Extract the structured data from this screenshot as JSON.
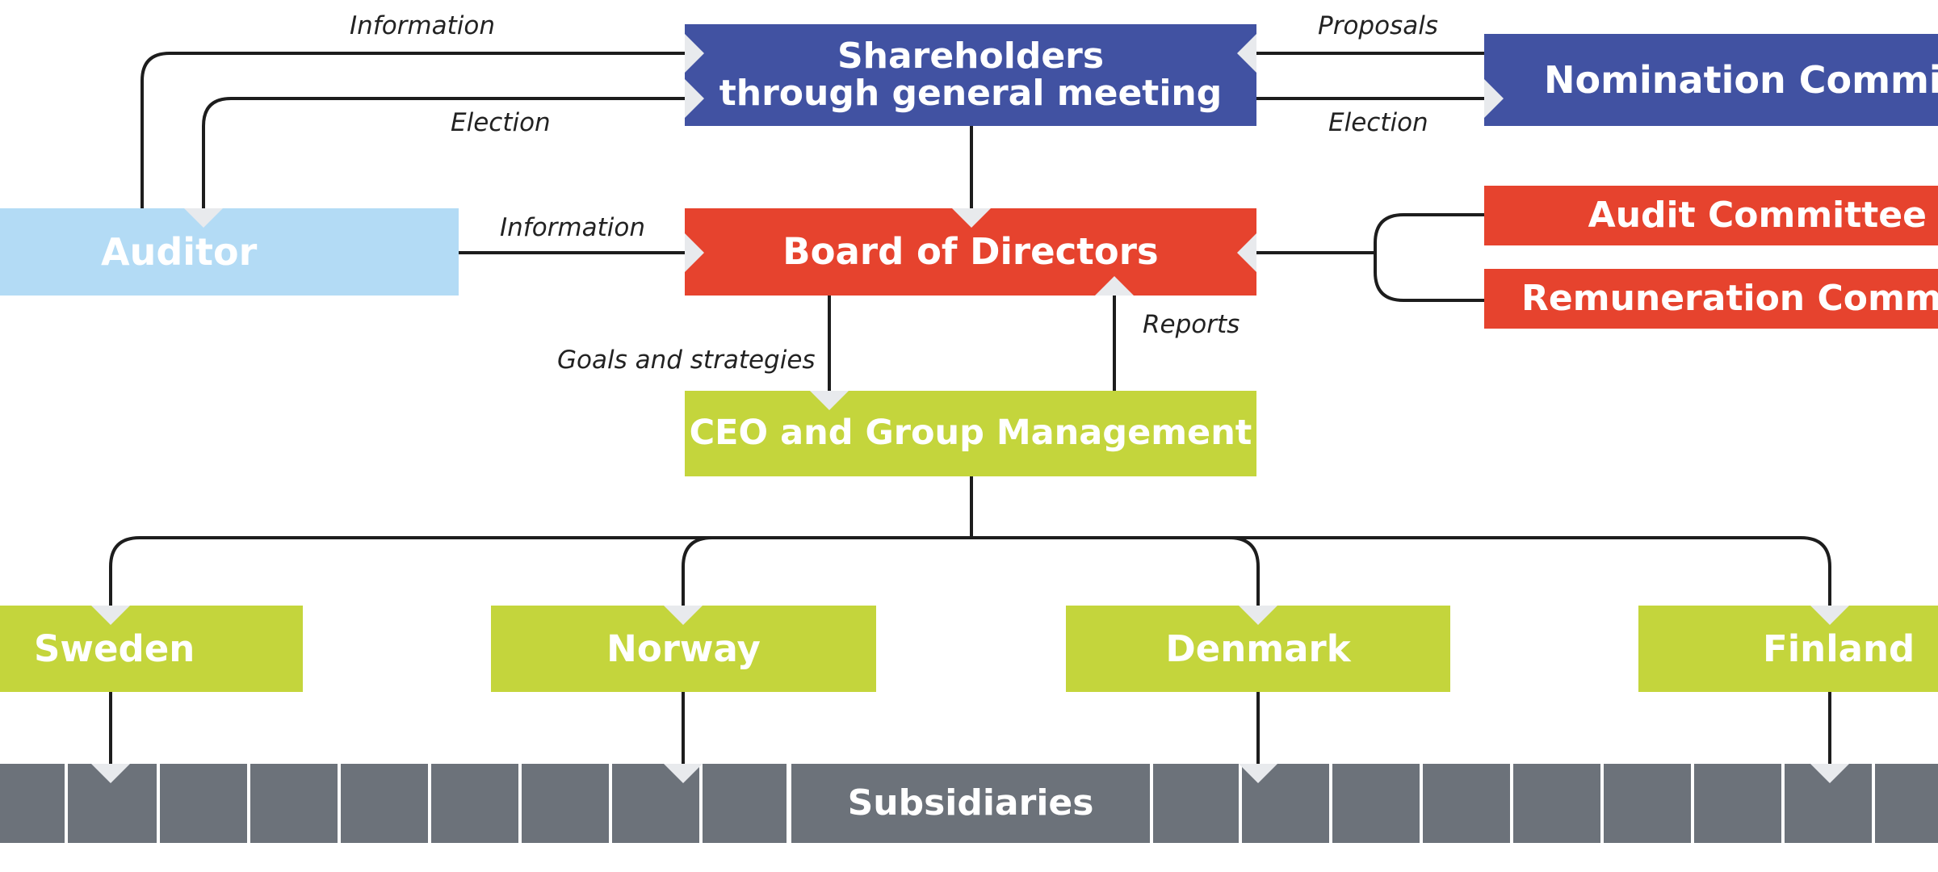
{
  "colors": {
    "blue": "#4152a2",
    "red": "#e6432e",
    "light_blue": "#b3dbf5",
    "green": "#c4d53c",
    "gray": "#6c727a",
    "line": "#1d1d1d"
  },
  "nodes": {
    "shareholders": {
      "line1": "Shareholders",
      "line2": "through general meeting"
    },
    "nomination": "Nomination Committee",
    "auditor": "Auditor",
    "board": "Board of Directors",
    "audit_committee": "Audit Committee",
    "remuneration": "Remuneration Committee",
    "ceo": "CEO and Group Management",
    "countries": [
      "Sweden",
      "Norway",
      "Denmark",
      "Finland"
    ],
    "subsidiaries": "Subsidiaries"
  },
  "edge_labels": {
    "info_auditor_to_shareholders": "Information",
    "election_auditor": "Election",
    "proposals": "Proposals",
    "election_nomination": "Election",
    "info_auditor_to_board": "Information",
    "goals": "Goals and strategies",
    "reports": "Reports"
  }
}
